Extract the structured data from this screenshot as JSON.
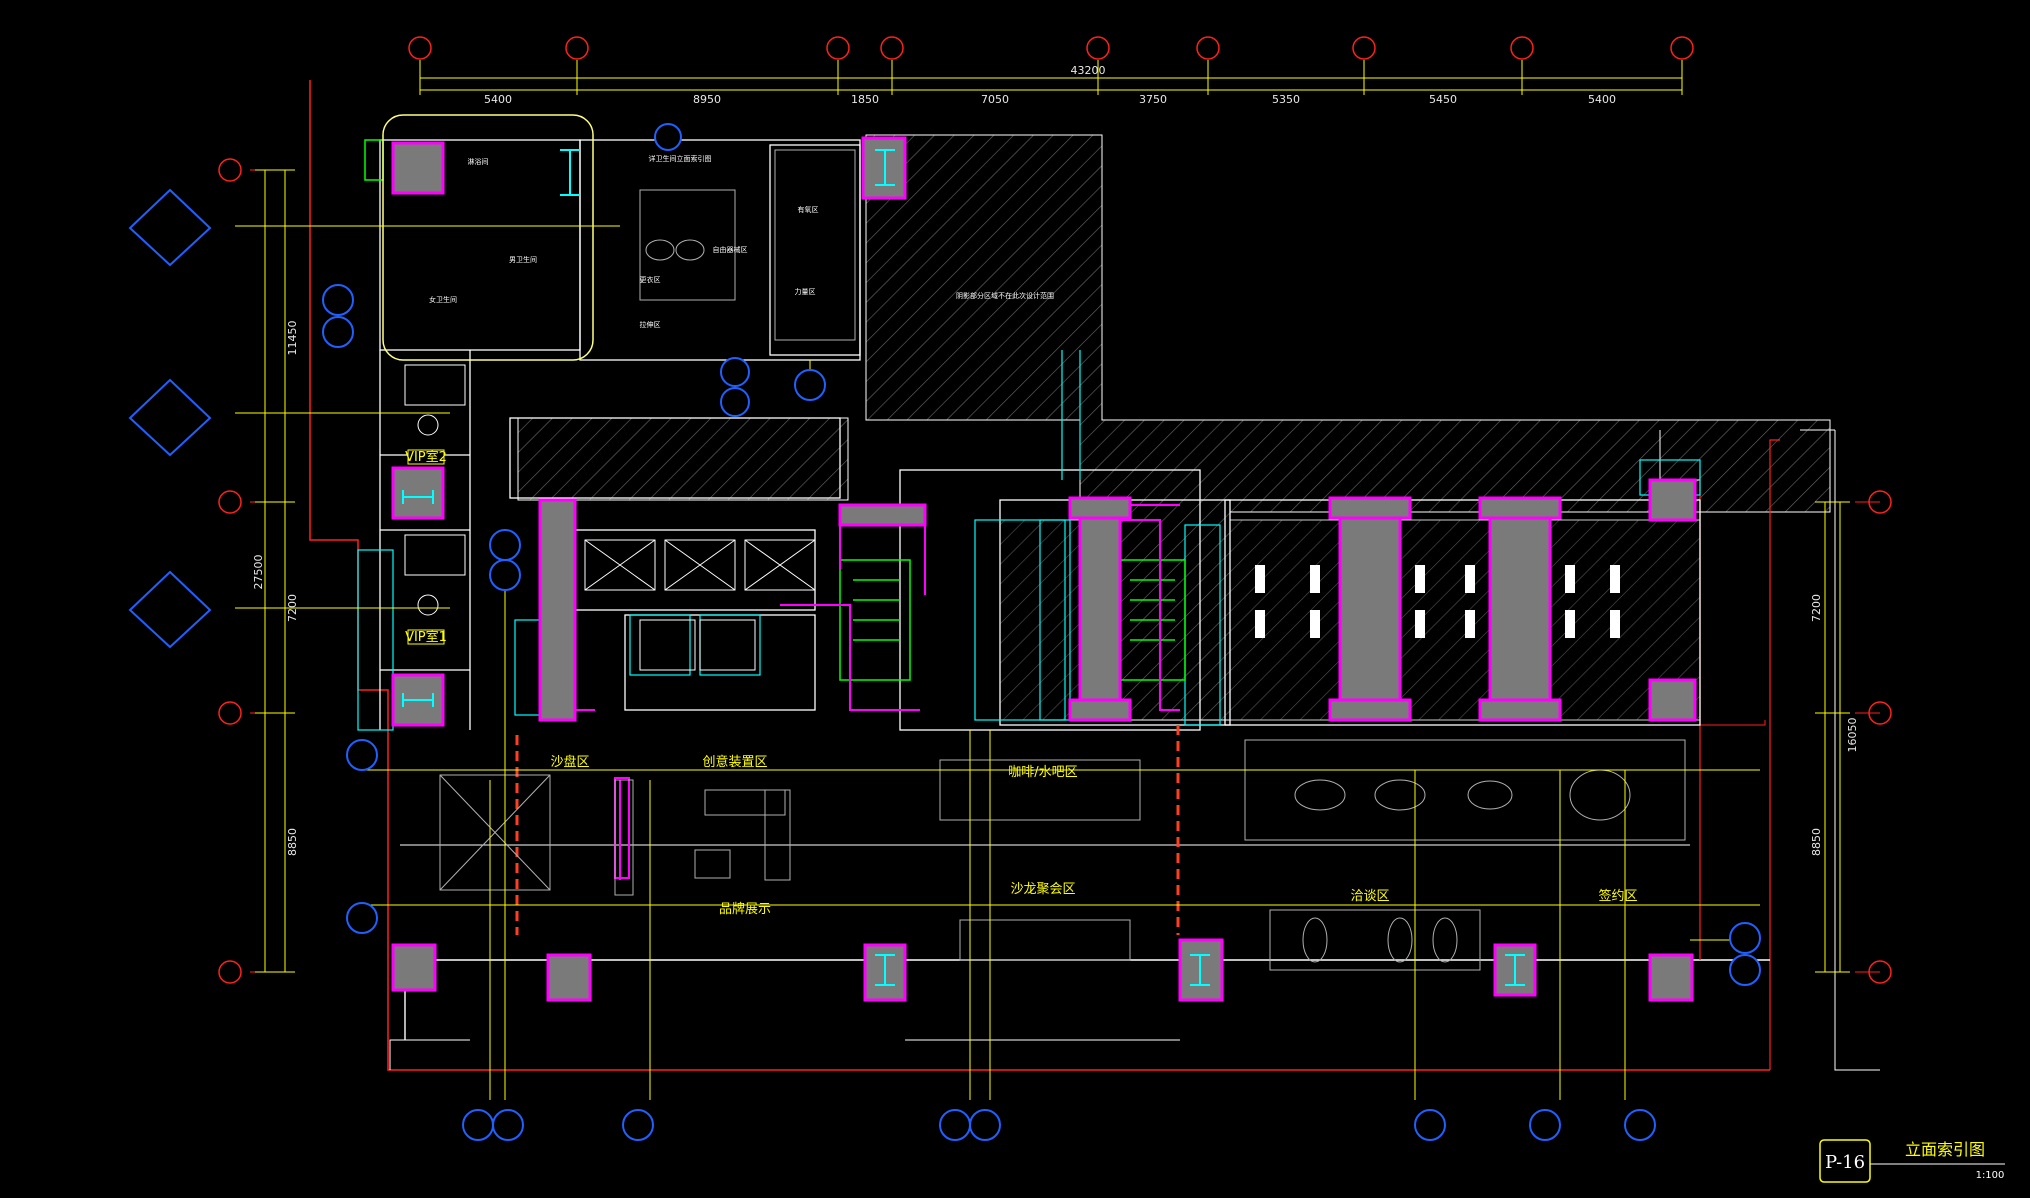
{
  "sheet": {
    "code": "P-16",
    "title": "立面索引图",
    "scale": "1:100"
  },
  "dimensions": {
    "overall_top": "43200",
    "top_segments": [
      "5400",
      "8950",
      "1850",
      "7050",
      "3750",
      "5350",
      "5450",
      "5400"
    ],
    "left_overall": "27500",
    "left_segments": [
      "11450",
      "7200",
      "8850"
    ],
    "right_overall": "16050",
    "right_segments": [
      "7200",
      "8850"
    ]
  },
  "rooms": {
    "vip2": "VIP室2",
    "vip1": "VIP室1",
    "sand_table": "沙盘区",
    "creative": "创意装置区",
    "coffee_bar": "咖啡/水吧区",
    "salon": "沙龙聚会区",
    "brand": "品牌展示",
    "negotiation": "洽谈区",
    "signing": "签约区",
    "elevation_note": "详卫生间立面索引图",
    "power_zone": "力量区",
    "cardio": "有氧区",
    "bath": "淋浴间",
    "wc_female": "女卫生间",
    "wc_male": "男卫生间",
    "changing": "更衣区",
    "free_weight": "自由器械区",
    "stretch": "拉伸区",
    "note_hatch": "阴影部分区域不在此次设计范围"
  },
  "colors": {
    "background": "#000000",
    "wall": "#ffffff",
    "column": "#808080",
    "column_edge": "#ff00ff",
    "dimension": "#ffff00",
    "axis_bubble": "#ff0000",
    "index_symbol": "#0050ff",
    "cyan": "#00ffff",
    "green": "#00ff00"
  }
}
